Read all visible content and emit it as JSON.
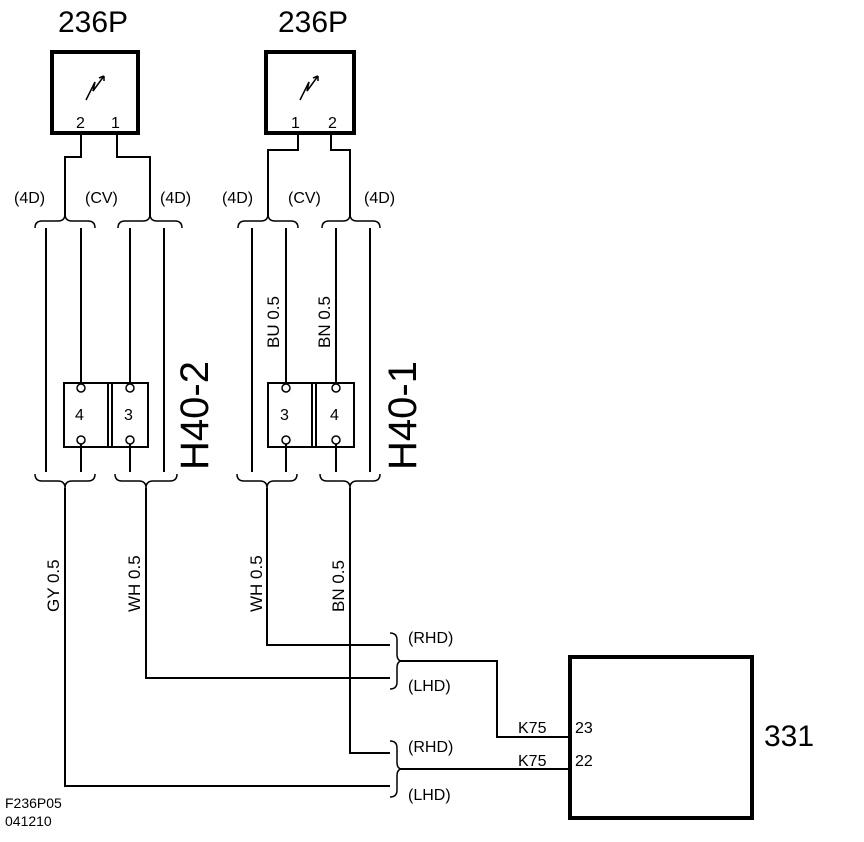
{
  "sensors": [
    {
      "label": "236P",
      "pin_left": "2",
      "pin_right": "1"
    },
    {
      "label": "236P",
      "pin_left": "1",
      "pin_right": "2"
    }
  ],
  "variants": {
    "four_door": "(4D)",
    "cv": "(CV)"
  },
  "connectors": [
    {
      "label": "H40-2",
      "pin_left": "4",
      "pin_right": "3"
    },
    {
      "label": "H40-1",
      "pin_left": "3",
      "pin_right": "4"
    }
  ],
  "upper_wires": [
    {
      "label": "BU 0.5"
    },
    {
      "label": "BN 0.5"
    }
  ],
  "lower_wires": [
    {
      "label": "GY  0.5"
    },
    {
      "label": "WH  0.5"
    },
    {
      "label": "WH  0.5"
    },
    {
      "label": "BN  0.5"
    }
  ],
  "drive_options": {
    "rhd": "(RHD)",
    "lhd": "(LHD)"
  },
  "control_unit": {
    "label": "331",
    "pins": [
      {
        "circuit": "K75",
        "pin": "23"
      },
      {
        "circuit": "K75",
        "pin": "22"
      }
    ]
  },
  "footer": {
    "code": "F236P05",
    "date": "041210"
  }
}
